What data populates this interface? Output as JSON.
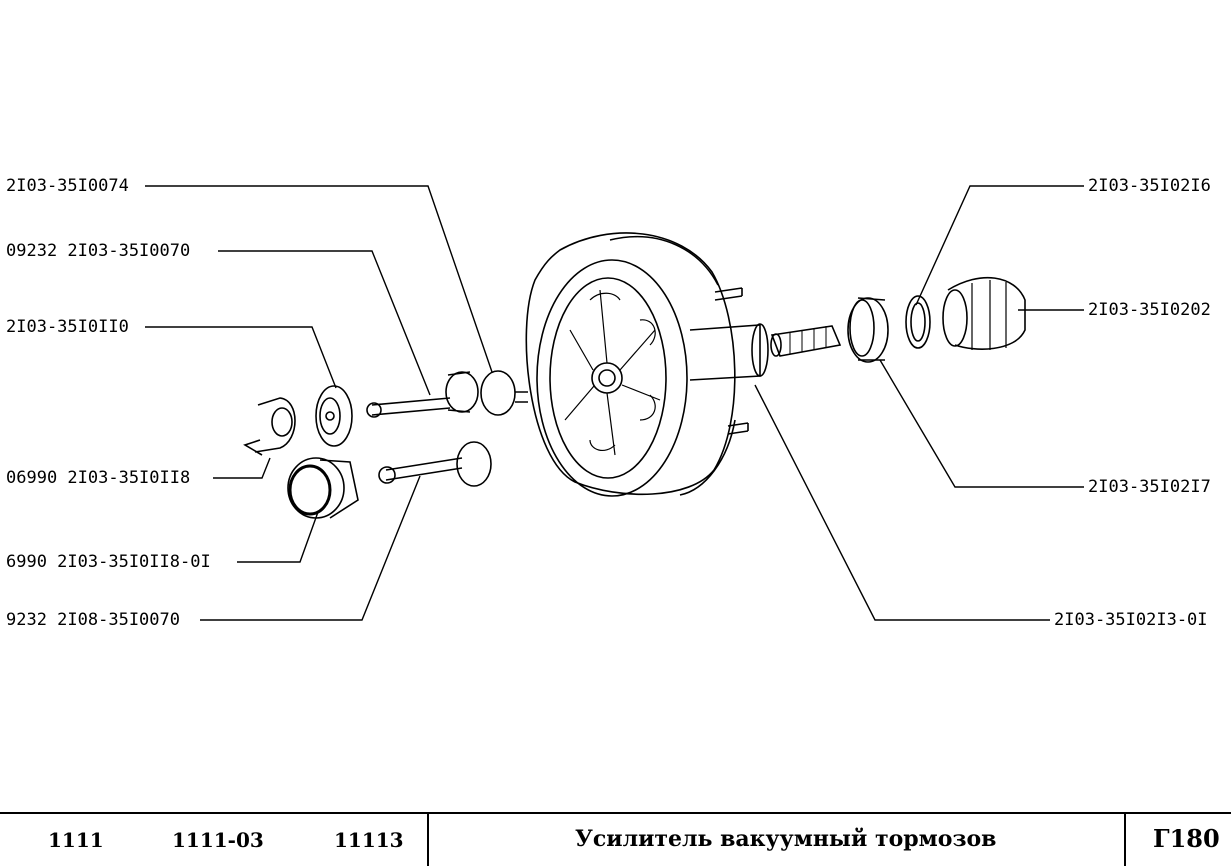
{
  "diagram": {
    "callouts": [
      {
        "id": "c1",
        "text": "2I03-35I0074"
      },
      {
        "id": "c2",
        "text": "09232 2I03-35I0070"
      },
      {
        "id": "c3",
        "text": "2I03-35I0II0"
      },
      {
        "id": "c4",
        "text": "06990 2I03-35I0II8"
      },
      {
        "id": "c5",
        "text": "6990 2I03-35I0II8-0I"
      },
      {
        "id": "c6",
        "text": "9232 2I08-35I0070"
      },
      {
        "id": "c7",
        "text": "2I03-35I02I6"
      },
      {
        "id": "c8",
        "text": "2I03-35I0202"
      },
      {
        "id": "c9",
        "text": "2I03-35I02I7"
      },
      {
        "id": "c10",
        "text": "2I03-35I02I3-0I"
      }
    ]
  },
  "footer": {
    "models": [
      "1111",
      "1111-03",
      "11113"
    ],
    "title": "Усилитель вакуумный тормозов",
    "page": "Г180"
  }
}
